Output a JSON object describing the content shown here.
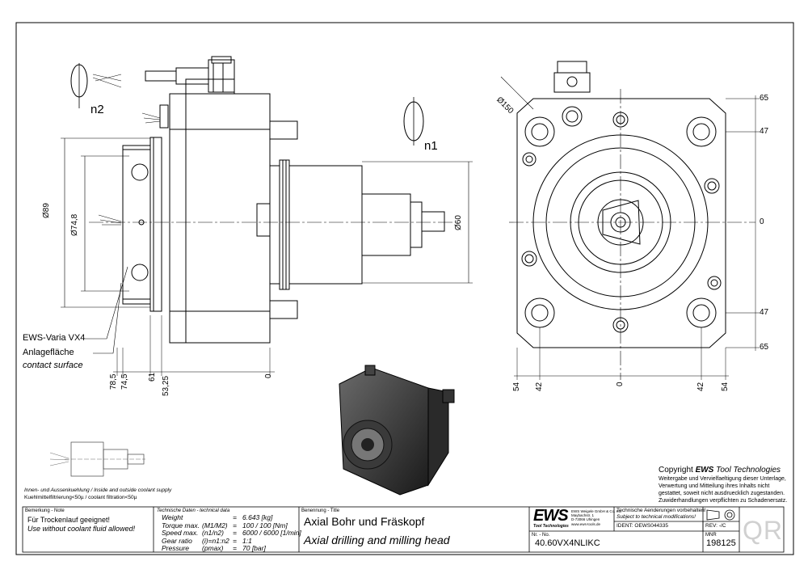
{
  "drawing": {
    "side_view": {
      "callouts": {
        "variant": "EWS-Varia VX4",
        "contact_de": "Anlagefläche",
        "contact_en": "contact surface"
      },
      "rotation": {
        "n2": "n2",
        "n1": "n1"
      },
      "dims_vertical": [
        "Ø89",
        "Ø74,8",
        "Ø60"
      ],
      "dims_horizontal": [
        "78,5",
        "74,5",
        "61",
        "53,25",
        "0"
      ]
    },
    "front_view": {
      "diameter": "Ø150",
      "right_dims": [
        "65",
        "47",
        "0",
        "47",
        "65"
      ],
      "bottom_dims": [
        "54",
        "42",
        "0",
        "42",
        "54"
      ]
    },
    "coolant_note": "Innen- und Aussenkuehlung / Inside and outside coolant supply",
    "filtration_note": "Kuehlmittelfiltrierung<50µ / coolant filtration<50µ"
  },
  "copyright": {
    "title_prefix": "Copyright ",
    "title_brand": "EWS",
    "title_suffix": " Tool Technologies",
    "lines": [
      "Weitergabe und Vervielfaeltigung dieser Unterlage,",
      "Verwertung und Mitteilung ihres Inhalts nicht",
      "gestattet, soweit nicht ausdruecklich zugestanden.",
      "Zuwiderhandlungen verpflichten zu Schadenersatz."
    ]
  },
  "title_block": {
    "note_label": "Bemerkung - Note",
    "note_de": "Für Trockenlauf geeignet!",
    "note_en": "Use without coolant fluid allowed!",
    "tech_label": "Technische Daten - technical data",
    "tech_rows": [
      {
        "label": "Weight",
        "sym": "",
        "eq": "=",
        "value": "6.643 [kg]"
      },
      {
        "label": "Torque max.",
        "sym": "(M1/M2)",
        "eq": "=",
        "value": "100 / 100 [Nm]"
      },
      {
        "label": "Speed max.",
        "sym": "(n1/n2)",
        "eq": "=",
        "value": "6000 / 6000 [1/min]"
      },
      {
        "label": "Gear ratio",
        "sym": "(i)=n1:n2",
        "eq": "=",
        "value": "1:1"
      },
      {
        "label": "Pressure",
        "sym": "(pmax)",
        "eq": "=",
        "value": "70 [bar]"
      }
    ],
    "name_label": "Benennung - Title",
    "name_de": "Axial Bohr und Fräskopf",
    "name_en": "Axial drilling and milling head",
    "logo": "EWS",
    "logo_sub": "Tool Technologies",
    "company_lines": [
      "EWS Weigele GmbH & Co. KG",
      "Maybachstr. 1",
      "D-73066 Uhingen",
      "www.ews-tools.de"
    ],
    "change_de": "Technische Aenderungen vorbehalten!",
    "change_en": "Subject to technical modifications!",
    "ident": "IDENT: OEWS044335",
    "rev": "REV: -/C",
    "nr_label": "Nr. - No.",
    "part_no": "40.60VX4NLIKC",
    "mnr_label": "MNR",
    "mnr": "198125",
    "qr": "QR"
  }
}
